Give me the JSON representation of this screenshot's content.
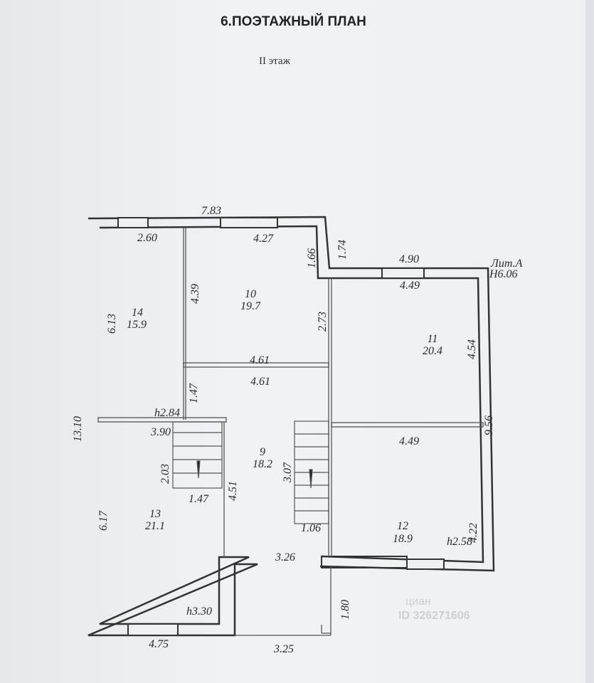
{
  "document": {
    "title": "6.ПОЭТАЖНЫЙ ПЛАН",
    "floor": "II этаж",
    "litera": "Лит.А",
    "height_mark": "H6.06"
  },
  "rooms": [
    {
      "number": "14",
      "area": "15.9"
    },
    {
      "number": "10",
      "area": "19.7"
    },
    {
      "number": "11",
      "area": "20.4"
    },
    {
      "number": "9",
      "area": "18.2"
    },
    {
      "number": "13",
      "area": "21.1"
    },
    {
      "number": "12",
      "area": "18.9"
    }
  ],
  "dimensions": {
    "top_total": "7.83",
    "r14_width": "2.60",
    "r10_width": "4.27",
    "step_inner": "1.66",
    "step_outer": "1.74",
    "r11_outer": "4.90",
    "r11_width": "4.49",
    "r14_height": "6.13",
    "r10_height": "4.39",
    "r9_upper": "2.73",
    "r11_height": "4.54",
    "r10_bottom": "4.61",
    "r9_top": "4.61",
    "corridor": "1.47",
    "h_r14": "h2.84",
    "left_total": "13.10",
    "right_total": "9.56",
    "r13_top": "3.90",
    "stair_left_len": "2.03",
    "stair_left_w": "1.47",
    "r9_height": "4.51",
    "stair_right_len": "3.07",
    "r12_width": "4.49",
    "r12_height": "4.22",
    "r13_height": "6.17",
    "stair_right_w": "1.06",
    "r9_bottom": "3.26",
    "h_r12": "h2.58",
    "h_r13": "h3.30",
    "porch_depth": "1.80",
    "bottom_left": "4.75",
    "bottom_porch": "3.25"
  },
  "watermark": {
    "brand": "циан",
    "id": "ID 326271606"
  }
}
